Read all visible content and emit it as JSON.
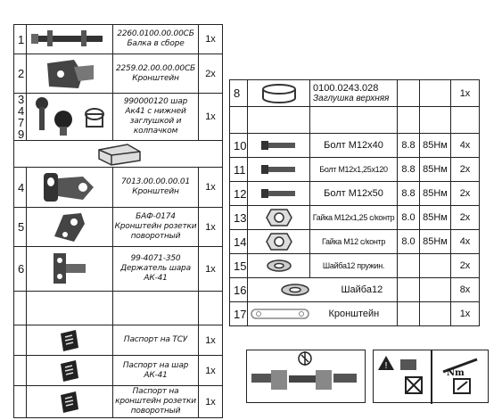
{
  "left_table": {
    "rows": [
      {
        "num": "1",
        "code": "2260.0100.00.00СБ",
        "name": "Балка в сборе",
        "qty": "1x",
        "icon": "beam-icon"
      },
      {
        "num": "2",
        "code": "2259.02.00.00.00СБ",
        "name": "Кронштейн",
        "qty": "2x",
        "icon": "bracket-icon"
      },
      {
        "num": "3",
        "num2": "4",
        "num3": "7",
        "num4": "9",
        "code": "990000120 шар",
        "name": "Ак41 с нижней заглушкой и колпачком",
        "qty": "1x",
        "icon": "tow-ball-icon"
      },
      {
        "num": "4",
        "code": "7013.00.00.00.01",
        "name": "Кронштейн",
        "qty": "1x",
        "icon": "plate-bracket-icon"
      },
      {
        "num": "5",
        "code": "БАФ-0174",
        "name": "Кронштейн розетки поворотный",
        "qty": "1x",
        "icon": "socket-bracket-icon"
      },
      {
        "num": "6",
        "code": "99-4071-350",
        "name": "Держатель шара АК-41",
        "qty": "1x",
        "icon": "ball-holder-icon"
      },
      {
        "num": "",
        "code": "Паспорт на ТСУ",
        "name": "",
        "qty": "1x",
        "icon": "document-icon"
      },
      {
        "num": "",
        "code": "Паспорт на шар АК-41",
        "name": "",
        "qty": "1x",
        "icon": "document-icon"
      },
      {
        "num": "",
        "code": "Паспорт на кронштейн розетки поворотный",
        "name": "",
        "qty": "1x",
        "icon": "document-icon"
      }
    ]
  },
  "right_table": {
    "row8": {
      "num": "8",
      "code": "0100.0243.028",
      "name": "Заглушка верхняя",
      "qty": "1x"
    },
    "rows": [
      {
        "num": "10",
        "name": "Болт М12х40",
        "grade": "8.8",
        "torque": "85Нм",
        "qty": "4x",
        "small": false
      },
      {
        "num": "11",
        "name": "Болт М12х1,25х120",
        "grade": "8.8",
        "torque": "85Нм",
        "qty": "2x",
        "small": true
      },
      {
        "num": "12",
        "name": "Болт М12х50",
        "grade": "8.8",
        "torque": "85Нм",
        "qty": "2x",
        "small": false
      },
      {
        "num": "13",
        "name": "Гайка М12х1,25 с/контр",
        "grade": "8.0",
        "torque": "85Нм",
        "qty": "2x",
        "small": true
      },
      {
        "num": "14",
        "name": "Гайка М12 с/контр",
        "grade": "8.0",
        "torque": "85Нм",
        "qty": "4x",
        "small": true
      },
      {
        "num": "15",
        "name": "Шайба12 пружин.",
        "grade": "",
        "torque": "",
        "qty": "2x",
        "small": false
      },
      {
        "num": "16",
        "name": "Шайба12",
        "grade": "",
        "torque": "",
        "qty": "8x",
        "small": false
      },
      {
        "num": "17",
        "name": "Кронштейн",
        "grade": "",
        "torque": "",
        "qty": "1x",
        "small": false
      }
    ]
  },
  "pictograms": {
    "wrench_label": "Nm"
  }
}
